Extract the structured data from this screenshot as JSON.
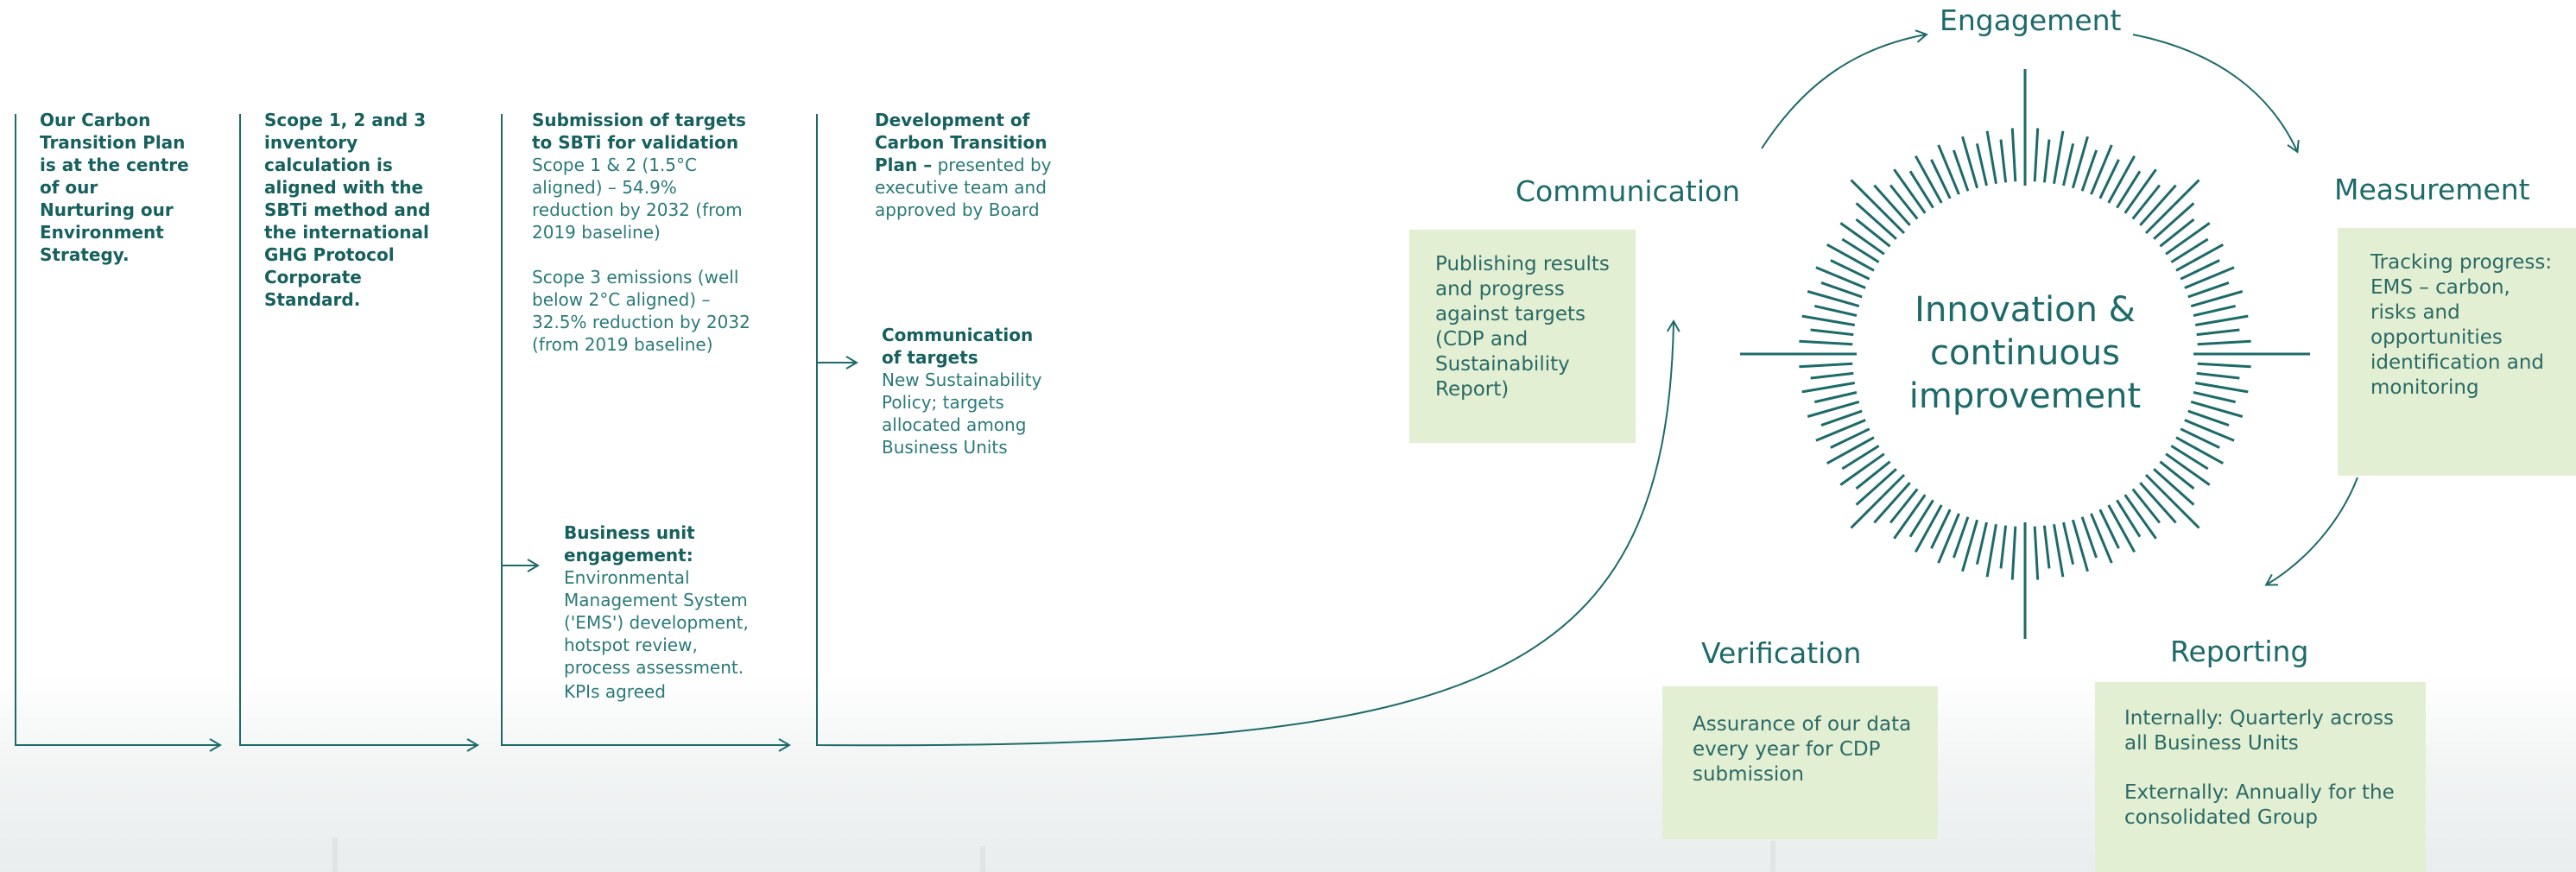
{
  "timeline": {
    "col1": {
      "bold": "Our Carbon Transition Plan is at the centre of our Nurturing our Environment Strategy."
    },
    "col2": {
      "bold": "Scope 1, 2 and 3 inventory calculation is aligned with the SBTi method and the international GHG Protocol Corporate Standard."
    },
    "col3": {
      "bold": "Submission of targets to SBTi for validation",
      "text1": " Scope 1 & 2 (1.5°C aligned) – 54.9% reduction by 2032 (from 2019 baseline)",
      "text2": "Scope 3 emissions (well below 2°C aligned) – 32.5% reduction by 2032 (from 2019 baseline)"
    },
    "business_unit": {
      "bold": "Business unit engagement:",
      "text": "Environmental Management System ('EMS') development, hotspot review, process assessment.",
      "text2": "KPIs agreed"
    },
    "col4": {
      "bold": "Development of Carbon Transition Plan –",
      "text": " presented by executive team and approved by Board"
    },
    "communication_targets": {
      "bold": "Communication of targets",
      "text": "New Sustainability Policy; targets allocated among Business Units"
    }
  },
  "cycle": {
    "center": "Innovation & continuous improvement",
    "engagement": "Engagement",
    "communication": {
      "title": "Communication",
      "box": "Publishing results and progress against targets (CDP and Sustainability Report)"
    },
    "measurement": {
      "title": "Measurement",
      "box": "Tracking progress: EMS – carbon, risks and opportunities identification and monitoring"
    },
    "verification": {
      "title": "Verification",
      "box": "Assurance of our data every year for CDP submission"
    },
    "reporting": {
      "title": "Reporting",
      "box1": "Internally: Quarterly across all Business Units",
      "box2": "Externally: Annually for the consolidated Group"
    }
  },
  "colors": {
    "teal": "#1d6b69",
    "box_fill": "#e3efd3"
  }
}
